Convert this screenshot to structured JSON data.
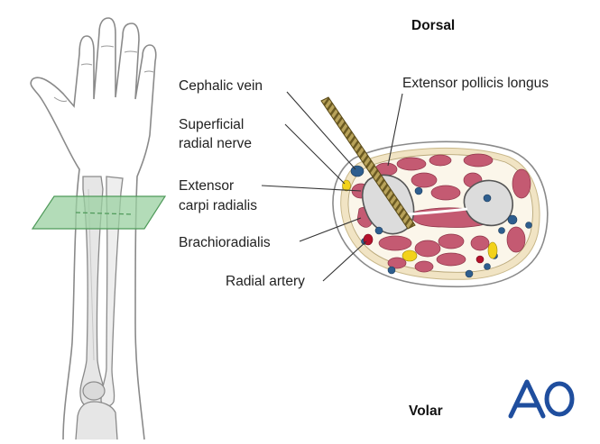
{
  "orientation": {
    "dorsal": "Dorsal",
    "volar": "Volar"
  },
  "labels": {
    "cephalic_vein": "Cephalic vein",
    "extensor_pollicis_longus": "Extensor pollicis longus",
    "superficial_radial_nerve_line1": "Superficial",
    "superficial_radial_nerve_line2": "radial nerve",
    "extensor_carpi_radialis_line1": "Extensor",
    "extensor_carpi_radialis_line2": "carpi radialis",
    "brachioradialis": "Brachioradialis",
    "radial_artery": "Radial artery"
  },
  "logo": {
    "text": "AO",
    "color": "#1f4e9e"
  },
  "colors": {
    "muscle": "#c45a72",
    "fat": "#f1e4c4",
    "bone": "#dcdcdc",
    "vein": "#2e5e8e",
    "nerve": "#f2d21a",
    "artery": "#b5122c",
    "section_plane": "#9ad0a0",
    "skin_outline": "#8a8a8a"
  }
}
